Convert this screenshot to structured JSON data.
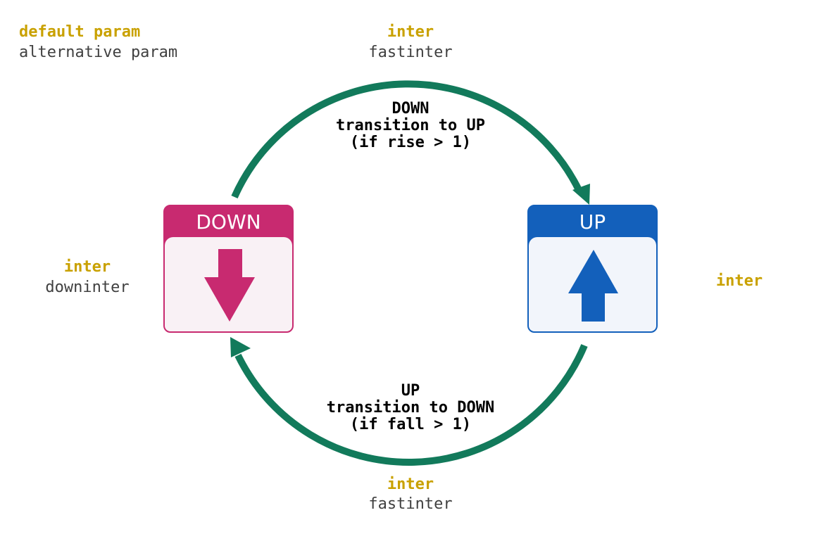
{
  "legend": {
    "default_label": "default param",
    "alternative_label": "alternative param"
  },
  "top_params": {
    "default": "inter",
    "alternative": "fastinter"
  },
  "bottom_params": {
    "default": "inter",
    "alternative": "fastinter"
  },
  "left_params": {
    "default": "inter",
    "alternative": "downinter"
  },
  "right_params": {
    "default": "inter"
  },
  "states": {
    "down": {
      "title": "DOWN",
      "color": "#c82a70",
      "fill": "#f9f1f5"
    },
    "up": {
      "title": "UP",
      "color": "#1360bb",
      "fill": "#f2f5fb"
    }
  },
  "transitions": {
    "down_to_up": {
      "line1": "DOWN",
      "line2": "transition to UP",
      "line3": "(if rise > 1)"
    },
    "up_to_down": {
      "line1": "UP",
      "line2": "transition to DOWN",
      "line3": "(if fall > 1)"
    }
  },
  "colors": {
    "arc": "#127a5b",
    "default_param": "#c9a100",
    "alternative_param": "#404040"
  }
}
